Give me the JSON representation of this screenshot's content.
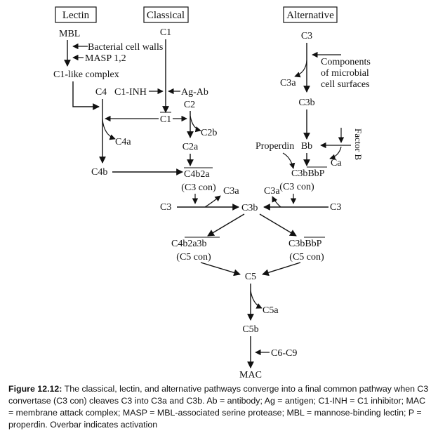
{
  "headers": {
    "lectin": "Lectin",
    "classical": "Classical",
    "alternative": "Alternative"
  },
  "lectin": {
    "mbl": "MBL",
    "bacterial": "Bacterial cell walls",
    "masp": "MASP 1,2",
    "c1like": "C1-like complex"
  },
  "classical": {
    "c1": "C1",
    "c1inh": "C1-INH",
    "agab": "Ag-Ab",
    "c1b": "C1",
    "c4": "C4",
    "c2": "C2",
    "c4a": "C4a",
    "c2b": "C2b",
    "c2a": "C2a",
    "c4b": "C4b",
    "c4b2a": "C4b2a",
    "c3con": "(C3 con)"
  },
  "alternative": {
    "c3": "C3",
    "components": [
      "Components",
      "of microbial",
      "cell surfaces"
    ],
    "c3a": "C3a",
    "c3b": "C3b",
    "properdin": "Properdin",
    "bb": "Bb",
    "factorb": "Factor B",
    "ca": "Ca",
    "c3bbbp": "C3bBbP",
    "c3con": "(C3 con)"
  },
  "center": {
    "c3_left": "C3",
    "c3a_left": "C3a",
    "c3b": "C3b",
    "c3a_right": "C3a",
    "c3_right": "C3",
    "c4b2a3b": "C4b2a3b",
    "c5con_left": "(C5 con)",
    "c3bbbp": "C3bBbP",
    "c5con_right": "(C5 con)",
    "c5": "C5",
    "c5a": "C5a",
    "c5b": "C5b",
    "c6c9": "C6-C9",
    "mac": "MAC"
  },
  "caption": {
    "label": "Figure 12.12:",
    "text": " The classical, lectin, and alternative pathways converge into a final common pathway when C3 convertase (C3 con) cleaves C3 into C3a and C3b. Ab = antibody; Ag = antigen; C1-INH = C1 inhibitor; MAC = membrane attack complex; MASP = MBL-associated serine protease; MBL = mannose-binding lectin; P = properdin. Overbar indicates activation"
  }
}
